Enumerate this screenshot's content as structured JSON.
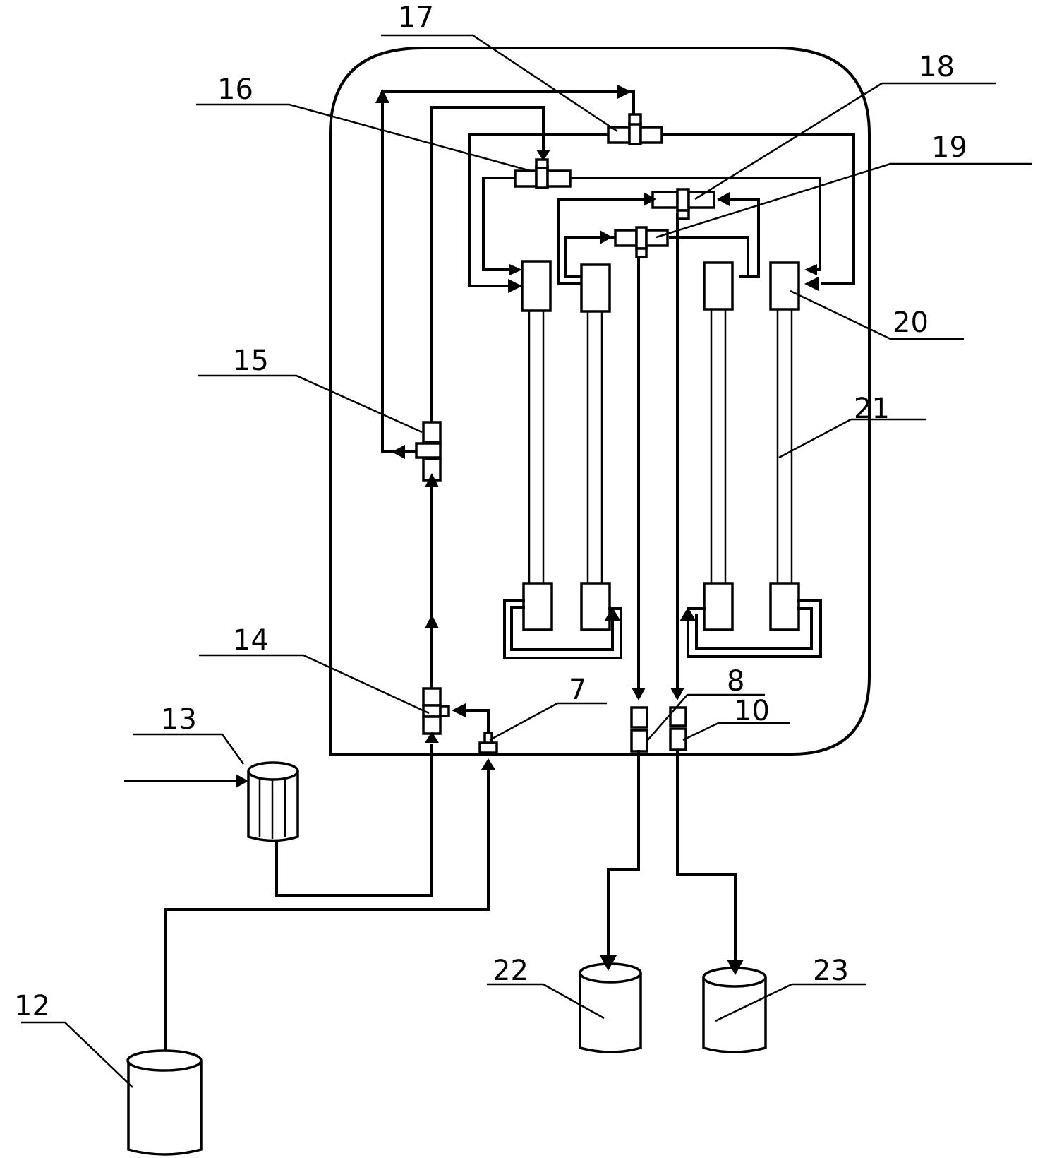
{
  "labels": {
    "l7": "7",
    "l8": "8",
    "l10": "10",
    "l12": "12",
    "l13": "13",
    "l14": "14",
    "l15": "15",
    "l16": "16",
    "l17": "17",
    "l18": "18",
    "l19": "19",
    "l20": "20",
    "l21": "21",
    "l22": "22",
    "l23": "23"
  }
}
